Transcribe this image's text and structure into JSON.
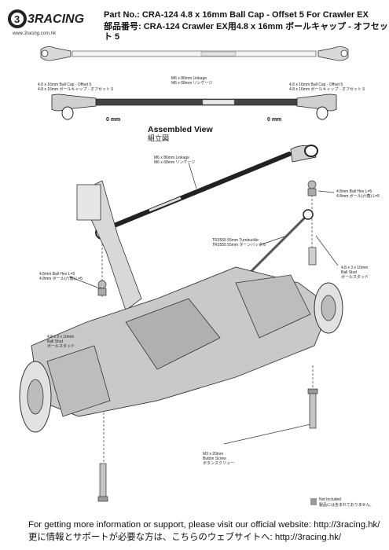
{
  "header": {
    "brand": "3RACING",
    "brand_site": "www.3racing.com.hk",
    "title_en": "Part No.: CRA-124  4.8 x 16mm Ball Cap - Offset 5 For Crawler EX",
    "title_jp": "部品番号: CRA-124  Crawler EX用4.8 x 16mm ボールキャップ - オフセット 5"
  },
  "top_diagram": {
    "left_label_1": "4.8 x 16mm Ball Cap - Offset 5",
    "left_label_2": "4.8 x 16mm ボールキャップ - オフセット 5",
    "center_label_1": "M6 x 86mm Linkage",
    "center_label_2": "M6 x 68mm リンケージ",
    "right_label_1": "4.8 x 16mm Ball Cap - Offset 5",
    "right_label_2": "4.8 x 16mm ボールキャップ - オフセット 5",
    "left_mm": "0 mm",
    "right_mm": "0 mm"
  },
  "assembly": {
    "title": "Assembled View",
    "subtitle": "組立図",
    "linkage_1": "M6 x 86mm Linkage",
    "linkage_2": "M6 x 68mm リンケージ",
    "hex_right_1": "4.8mm Ball Hex L=5",
    "hex_right_2": "4.8mm ボール(六角) L=5",
    "turnbuckle_1": "TR3555 55mm Turnbuckle",
    "turnbuckle_2": "TR3555 55mm ターンバックル",
    "stud_right_1": "4.8 x 3 x 10mm",
    "stud_right_2": "Ball Stud",
    "stud_right_3": "ボールスタッド",
    "hex_left_1": "4.8mm Ball Hex L=5",
    "hex_left_2": "4.8mm ボール(六角) L=5",
    "stud_left_1": "4.8 x 3 x 10mm",
    "stud_left_2": "Ball Stud",
    "stud_left_3": "ボールスタッド",
    "screw_1": "M3 x 20mm",
    "screw_2": "Button Screw",
    "screw_3": "ボタンスクリュー"
  },
  "legend": {
    "swatch_color": "#9a9a9a",
    "line1": "Not Included",
    "line2": "製品には含まれておりません。"
  },
  "footer": {
    "line_en": "For getting more information or support, please visit our official website: http://3racing.hk/",
    "line_jp": "更に情報とサポートが必要な方は、こちらのウェブサイトへ:  http://3racing.hk/"
  }
}
